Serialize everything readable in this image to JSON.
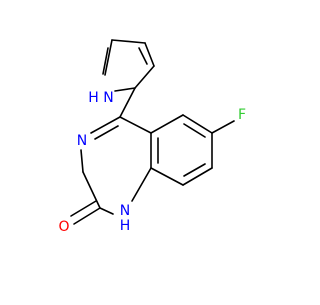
{
  "molecule": {
    "atom_labels": {
      "n_pyrrole": "H N",
      "n_imine": "N",
      "n_amide": "N",
      "h_amide": "H",
      "o_carbonyl": "O",
      "f_substituent": "F"
    },
    "colors": {
      "bond": "#000000",
      "nitrogen": "#0000ff",
      "oxygen": "#ff0000",
      "fluorine": "#33cc33"
    }
  }
}
